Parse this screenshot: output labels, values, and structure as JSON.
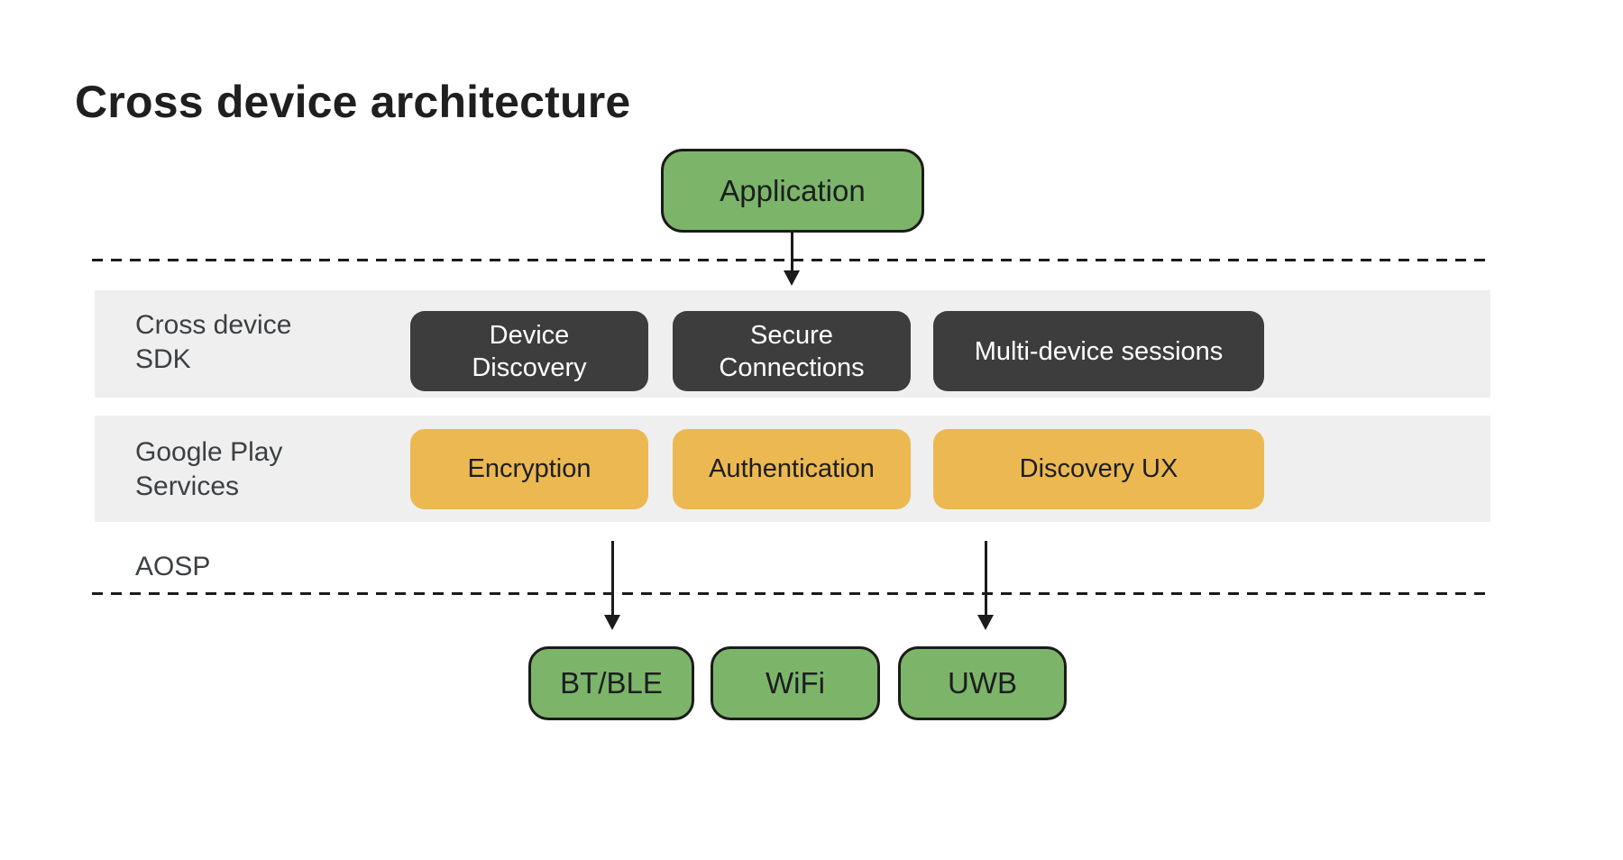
{
  "title": "Cross device architecture",
  "colors": {
    "green": "#7cb569",
    "orange": "#ecb851",
    "dark": "#3d3d3d",
    "band": "#efefef",
    "line": "#1b1b1b"
  },
  "application": {
    "label": "Application"
  },
  "sdk_layer": {
    "label_line1": "Cross device",
    "label_line2": "SDK",
    "boxes": [
      {
        "line1": "Device",
        "line2": "Discovery"
      },
      {
        "line1": "Secure",
        "line2": "Connections"
      },
      {
        "line1": "Multi-device sessions"
      }
    ]
  },
  "gps_layer": {
    "label_line1": "Google Play",
    "label_line2": "Services",
    "boxes": [
      {
        "label": "Encryption"
      },
      {
        "label": "Authentication"
      },
      {
        "label": "Discovery UX"
      }
    ]
  },
  "aosp": {
    "label": "AOSP"
  },
  "transports": [
    {
      "label": "BT/BLE"
    },
    {
      "label": "WiFi"
    },
    {
      "label": "UWB"
    }
  ]
}
